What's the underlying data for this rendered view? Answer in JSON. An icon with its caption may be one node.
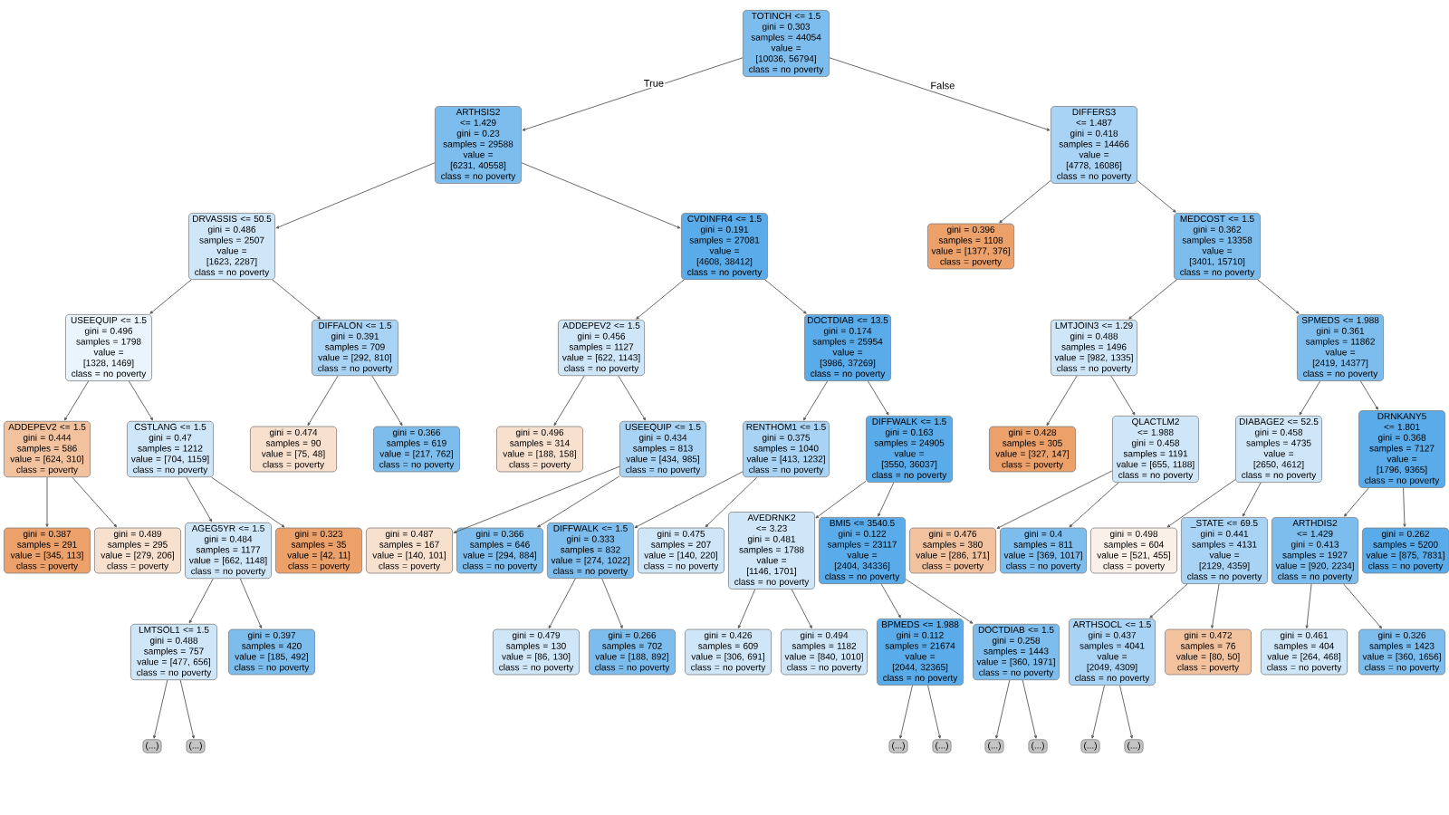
{
  "diagram": {
    "nodes": [
      {
        "text": [
          "TOTINCH <= 1.5",
          "gini = 0.303",
          "samples = 44054",
          "value = [10036, 56794]",
          "class = no poverty"
        ]
      },
      {
        "text": [
          "ARTHSIS2 <= 1.429",
          "gini = 0.23",
          "samples = 29588",
          "value = [6231, 40558]",
          "class = no poverty"
        ]
      },
      {
        "text": [
          "DIFFERS3 <= 1.487",
          "gini = 0.418",
          "samples = 14466",
          "value = [4778, 16086]",
          "class = no poverty"
        ]
      },
      {
        "text": [
          "DRVASSIS <= 50.5",
          "gini = 0.486",
          "samples = 2507",
          "value = [1623, 2287]",
          "class = no poverty"
        ]
      },
      {
        "text": [
          "CVDINFR4 <= 1.5",
          "gini = 0.191",
          "samples = 27081",
          "value = [4608, 38412]",
          "class = no poverty"
        ]
      },
      {
        "text": [
          "gini = 0.396",
          "samples = 1108",
          "value = [1377, 376]",
          "class = poverty"
        ]
      },
      {
        "text": [
          "MEDCOST <= 1.5",
          "gini = 0.362",
          "samples = 13358",
          "value = [3401, 15710]",
          "class = no poverty"
        ]
      },
      {
        "text": [
          "USEEQUIP <= 1.5",
          "gini = 0.496",
          "samples = 1798",
          "value = [1328, 1469]",
          "class = no poverty"
        ]
      },
      {
        "text": [
          "DIFFALON <= 1.5",
          "gini = 0.391",
          "samples = 709",
          "value = [292, 810]",
          "class = no poverty"
        ]
      },
      {
        "text": [
          "ADDEPEV2 <= 1.5",
          "gini = 0.456",
          "samples = 1127",
          "value = [622, 1143]",
          "class = no poverty"
        ]
      },
      {
        "text": [
          "DOCTDIAB <= 13.5",
          "gini = 0.174",
          "samples = 25954",
          "value = [3986, 37269]",
          "class = no poverty"
        ]
      },
      {
        "text": [
          "LMTJOIN3 <= 1.29",
          "gini = 0.488",
          "samples = 1496",
          "value = [982, 1335]",
          "class = no poverty"
        ]
      },
      {
        "text": [
          "SPMEDS <= 1.988",
          "gini = 0.361",
          "samples = 11862",
          "value = [2419, 14377]",
          "class = no poverty"
        ]
      },
      {
        "text": [
          "ADDEPEV2 <= 1.5",
          "gini = 0.444",
          "samples = 586",
          "value = [624, 310]",
          "class = poverty"
        ]
      },
      {
        "text": [
          "CSTLANG <= 1.5",
          "gini = 0.47",
          "samples = 1212",
          "value = [704, 1159]",
          "class = no poverty"
        ]
      },
      {
        "text": [
          "gini = 0.474",
          "samples = 90",
          "value = [75, 48]",
          "class = poverty"
        ]
      },
      {
        "text": [
          "gini = 0.366",
          "samples = 619",
          "value = [217, 762]",
          "class = no poverty"
        ]
      },
      {
        "text": [
          "gini = 0.496",
          "samples = 314",
          "value = [188, 158]",
          "class = poverty"
        ]
      },
      {
        "text": [
          "USEEQUIP <= 1.5",
          "gini = 0.434",
          "samples = 813",
          "value = [434, 985]",
          "class = no poverty"
        ]
      },
      {
        "text": [
          "RENTHOM1 <= 1.5",
          "gini = 0.375",
          "samples = 1040",
          "value = [413, 1232]",
          "class = no poverty"
        ]
      },
      {
        "text": [
          "DIFFWALK <= 1.5",
          "gini = 0.163",
          "samples = 24905",
          "value = [3550, 36037]",
          "class = no poverty"
        ]
      },
      {
        "text": [
          "gini = 0.428",
          "samples = 305",
          "value = [327, 147]",
          "class = poverty"
        ]
      },
      {
        "text": [
          "QLACTLM2 <= 1.988",
          "gini = 0.458",
          "samples = 1191",
          "value = [655, 1188]",
          "class = no poverty"
        ]
      },
      {
        "text": [
          "DIABAGE2 <= 52.5",
          "gini = 0.458",
          "samples = 4735",
          "value = [2650, 4612]",
          "class = no poverty"
        ]
      },
      {
        "text": [
          "DRNKANY5 <= 1.801",
          "gini = 0.368",
          "samples = 7127",
          "value = [1796, 9365]",
          "class = no poverty"
        ]
      },
      {
        "text": [
          "gini = 0.387",
          "samples = 291",
          "value = [345, 113]",
          "class = poverty"
        ]
      },
      {
        "text": [
          "gini = 0.489",
          "samples = 295",
          "value = [279, 206]",
          "class = poverty"
        ]
      },
      {
        "text": [
          "AGEG5YR <= 1.5",
          "gini = 0.484",
          "samples = 1177",
          "value = [662, 1148]",
          "class = no poverty"
        ]
      },
      {
        "text": [
          "gini = 0.323",
          "samples = 35",
          "value = [42, 11]",
          "class = poverty"
        ]
      },
      {
        "text": [
          "gini = 0.487",
          "samples = 167",
          "value = [140, 101]",
          "class = poverty"
        ]
      },
      {
        "text": [
          "gini = 0.366",
          "samples = 646",
          "value = [294, 884]",
          "class = no poverty"
        ]
      },
      {
        "text": [
          "DIFFWALK <= 1.5",
          "gini = 0.333",
          "samples = 832",
          "value = [274, 1022]",
          "class = no poverty"
        ]
      },
      {
        "text": [
          "gini = 0.475",
          "samples = 207",
          "value = [140, 220]",
          "class = no poverty"
        ]
      },
      {
        "text": [
          "AVEDRNK2 <= 3.23",
          "gini = 0.481",
          "samples = 1788",
          "value = [1146, 1701]",
          "class = no poverty"
        ]
      },
      {
        "text": [
          "BMI5 <= 3540.5",
          "gini = 0.122",
          "samples = 23117",
          "value = [2404, 34336]",
          "class = no poverty"
        ]
      },
      {
        "text": [
          "gini = 0.476",
          "samples = 380",
          "value = [286, 171]",
          "class = poverty"
        ]
      },
      {
        "text": [
          "gini = 0.4",
          "samples = 811",
          "value = [369, 1017]",
          "class = no poverty"
        ]
      },
      {
        "text": [
          "gini = 0.498",
          "samples = 604",
          "value = [521, 455]",
          "class = poverty"
        ]
      },
      {
        "text": [
          "_STATE <= 69.5",
          "gini = 0.441",
          "samples = 4131",
          "value = [2129, 4359]",
          "class = no poverty"
        ]
      },
      {
        "text": [
          "ARTHDIS2 <= 1.429",
          "gini = 0.413",
          "samples = 1927",
          "value = [920, 2234]",
          "class = no poverty"
        ]
      },
      {
        "text": [
          "gini = 0.262",
          "samples = 5200",
          "value = [875, 7831]",
          "class = no poverty"
        ]
      },
      {
        "text": [
          "LMTSOL1 <= 1.5",
          "gini = 0.488",
          "samples = 757",
          "value = [477, 656]",
          "class = no poverty"
        ]
      },
      {
        "text": [
          "gini = 0.397",
          "samples = 420",
          "value = [185, 492]",
          "class = no poverty"
        ]
      },
      {
        "text": [
          "gini = 0.479",
          "samples = 130",
          "value = [86, 130]",
          "class = no poverty"
        ]
      },
      {
        "text": [
          "gini = 0.266",
          "samples = 702",
          "value = [188, 892]",
          "class = no poverty"
        ]
      },
      {
        "text": [
          "gini = 0.426",
          "samples = 609",
          "value = [306, 691]",
          "class = no poverty"
        ]
      },
      {
        "text": [
          "gini = 0.494",
          "samples = 1182",
          "value = [840, 1010]",
          "class = no poverty"
        ]
      },
      {
        "text": [
          "BPMEDS <= 1.988",
          "gini = 0.112",
          "samples = 21674",
          "value = [2044, 32365]",
          "class = no poverty"
        ]
      },
      {
        "text": [
          "DOCTDIAB <= 1.5",
          "gini = 0.258",
          "samples = 1443",
          "value = [360, 1971]",
          "class = no poverty"
        ]
      },
      {
        "text": [
          "ARTHSOCL <= 1.5",
          "gini = 0.437",
          "samples = 4041",
          "value = [2049, 4309]",
          "class = no poverty"
        ]
      },
      {
        "text": [
          "gini = 0.472",
          "samples = 76",
          "value = [80, 50]",
          "class = poverty"
        ]
      },
      {
        "text": [
          "gini = 0.461",
          "samples = 404",
          "value = [264, 468]",
          "class = no poverty"
        ]
      },
      {
        "text": [
          "gini = 0.326",
          "samples = 1423",
          "value = [360, 1656]",
          "class = no poverty"
        ]
      },
      {
        "text": [
          "(...)"
        ]
      },
      {
        "text": [
          "(...)"
        ]
      },
      {
        "text": [
          "(...)"
        ]
      },
      {
        "text": [
          "(...)"
        ]
      },
      {
        "text": [
          "(...)"
        ]
      },
      {
        "text": [
          "(...)"
        ]
      },
      {
        "text": [
          "(...)"
        ]
      },
      {
        "text": [
          "(...)"
        ]
      }
    ],
    "edges": [
      {
        "from": 0,
        "to": 1,
        "arrow": "to",
        "label": "True"
      },
      {
        "from": 0,
        "to": 2,
        "arrow": "to",
        "label": "False"
      },
      {
        "from": 1,
        "to": 3,
        "arrow": "to"
      },
      {
        "from": 1,
        "to": 4,
        "arrow": "to"
      },
      {
        "from": 2,
        "to": 5,
        "arrow": "to"
      },
      {
        "from": 2,
        "to": 6,
        "arrow": "to"
      },
      {
        "from": 3,
        "to": 7,
        "arrow": "to"
      },
      {
        "from": 3,
        "to": 8,
        "arrow": "to"
      },
      {
        "from": 4,
        "to": 9,
        "arrow": "to"
      },
      {
        "from": 4,
        "to": 10,
        "arrow": "to"
      },
      {
        "from": 6,
        "to": 11,
        "arrow": "to"
      },
      {
        "from": 6,
        "to": 12,
        "arrow": "to"
      },
      {
        "from": 7,
        "to": 13,
        "arrow": "to"
      },
      {
        "from": 7,
        "to": 14,
        "arrow": "to"
      },
      {
        "from": 8,
        "to": 15,
        "arrow": "to"
      },
      {
        "from": 8,
        "to": 16,
        "arrow": "to"
      },
      {
        "from": 9,
        "to": 17,
        "arrow": "to"
      },
      {
        "from": 9,
        "to": 18,
        "arrow": "to"
      },
      {
        "from": 10,
        "to": 19,
        "arrow": "to"
      },
      {
        "from": 10,
        "to": 20,
        "arrow": "to"
      },
      {
        "from": 11,
        "to": 21,
        "arrow": "to"
      },
      {
        "from": 11,
        "to": 22,
        "arrow": "to"
      },
      {
        "from": 12,
        "to": 23,
        "arrow": "to"
      },
      {
        "from": 12,
        "to": 24,
        "arrow": "to"
      },
      {
        "from": 13,
        "to": 25,
        "arrow": "to"
      },
      {
        "from": 13,
        "to": 26,
        "arrow": "to"
      },
      {
        "from": 14,
        "to": 27,
        "arrow": "to"
      },
      {
        "from": 14,
        "to": 28,
        "arrow": "to"
      },
      {
        "from": 18,
        "to": 29,
        "arrow": "to"
      },
      {
        "from": 18,
        "to": 30,
        "arrow": "to"
      },
      {
        "from": 19,
        "to": 31,
        "arrow": "to"
      },
      {
        "from": 19,
        "to": 32,
        "arrow": "to"
      },
      {
        "from": 20,
        "to": 33,
        "arrow": "to"
      },
      {
        "from": 20,
        "to": 34,
        "arrow": "to"
      },
      {
        "from": 22,
        "to": 35,
        "arrow": "to"
      },
      {
        "from": 22,
        "to": 36,
        "arrow": "to"
      },
      {
        "from": 23,
        "to": 37,
        "arrow": "to"
      },
      {
        "from": 23,
        "to": 38,
        "arrow": "to"
      },
      {
        "from": 24,
        "to": 39,
        "arrow": "to"
      },
      {
        "from": 24,
        "to": 40,
        "arrow": "to"
      },
      {
        "from": 27,
        "to": 41,
        "arrow": "to"
      },
      {
        "from": 27,
        "to": 42,
        "arrow": "to"
      },
      {
        "from": 31,
        "to": 43,
        "arrow": "to"
      },
      {
        "from": 31,
        "to": 44,
        "arrow": "to"
      },
      {
        "from": 33,
        "to": 45,
        "arrow": "to"
      },
      {
        "from": 33,
        "to": 46,
        "arrow": "to"
      },
      {
        "from": 34,
        "to": 47,
        "arrow": "to"
      },
      {
        "from": 34,
        "to": 48,
        "arrow": "to"
      },
      {
        "from": 38,
        "to": 49,
        "arrow": "to"
      },
      {
        "from": 38,
        "to": 50,
        "arrow": "to"
      },
      {
        "from": 39,
        "to": 51,
        "arrow": "to"
      },
      {
        "from": 39,
        "to": 52,
        "arrow": "to"
      },
      {
        "from": 41,
        "to": 53,
        "arrow": "to"
      },
      {
        "from": 41,
        "to": 54,
        "arrow": "to"
      },
      {
        "from": 47,
        "to": 55,
        "arrow": "to"
      },
      {
        "from": 47,
        "to": 56,
        "arrow": "to"
      },
      {
        "from": 48,
        "to": 57,
        "arrow": "to"
      },
      {
        "from": 48,
        "to": 58,
        "arrow": "to"
      },
      {
        "from": 49,
        "to": 59,
        "arrow": "to"
      },
      {
        "from": 49,
        "to": 60,
        "arrow": "to"
      }
    ]
  }
}
